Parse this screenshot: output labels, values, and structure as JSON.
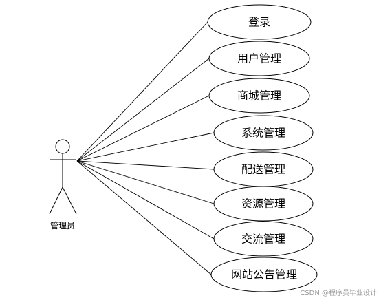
{
  "actor": {
    "label": "管理员"
  },
  "use_cases": [
    {
      "label": "登录"
    },
    {
      "label": "用户管理"
    },
    {
      "label": "商城管理"
    },
    {
      "label": "系统管理"
    },
    {
      "label": "配送管理"
    },
    {
      "label": "资源管理"
    },
    {
      "label": "交流管理"
    },
    {
      "label": "网站公告管理"
    }
  ],
  "watermark": "CSDN @程序员毕业设计"
}
